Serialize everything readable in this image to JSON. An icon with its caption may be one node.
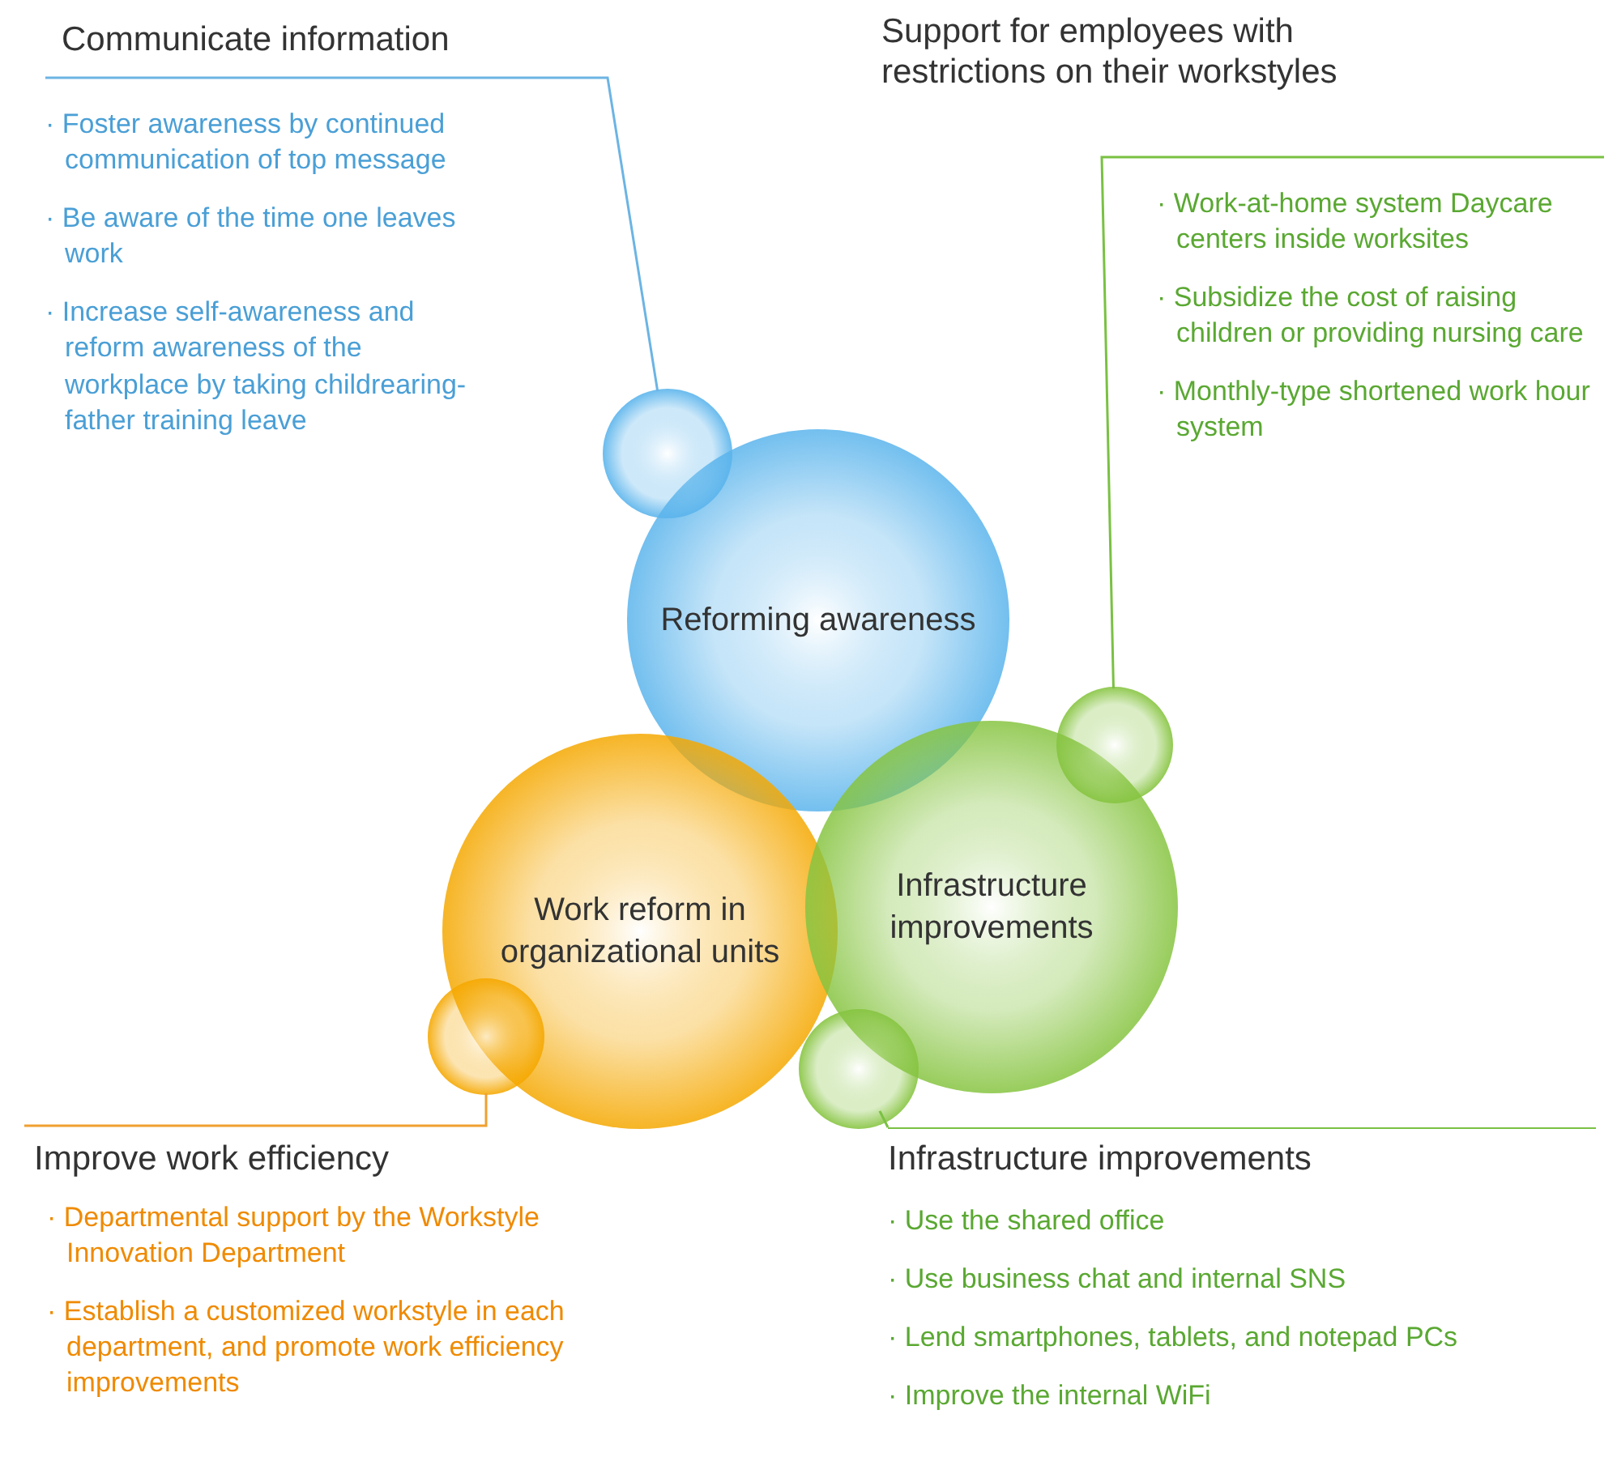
{
  "diagram": {
    "nodes": [
      {
        "text": [
          "Communicate information",
          "· Foster awareness by continued communication of top message",
          "· Be aware of the time one leaves work",
          "· Increase self-awareness and reform awareness of the workplace by taking childrearing-father training leave"
        ]
      },
      {
        "text": [
          "Support for employees with restrictions on their workstyles",
          "· Work-at-home system Daycare centers inside worksites",
          "· Subsidize the cost of raising children or providing nursing care",
          "· Monthly-type shortened work hour system"
        ]
      },
      {
        "text": [
          "Reforming awareness"
        ]
      },
      {
        "text": [
          "Work reform in organizational units"
        ]
      },
      {
        "text": [
          "Infrastructure improvements"
        ]
      },
      {
        "text": [
          "Improve work efficiency",
          "· Departmental support by the Workstyle Innovation Department",
          "· Establish a customized workstyle in each department, and promote work efficiency improvements"
        ]
      },
      {
        "text": [
          "Infrastructure improvements",
          "· Use the shared office",
          "· Use business chat and internal SNS",
          "· Lend smartphones, tablets, and notepad PCs",
          "· Improve the internal WiFi"
        ]
      },
      {
        "text": [],
        "shape": "circle"
      },
      {
        "text": [],
        "shape": "circle"
      },
      {
        "text": [],
        "shape": "circle"
      },
      {
        "text": [],
        "shape": "circle"
      }
    ],
    "edges": [
      {
        "from": 0,
        "to": 7,
        "arrow": "none",
        "color": "#6cb4e4"
      },
      {
        "from": 1,
        "to": 8,
        "arrow": "none",
        "color": "#7ac143"
      },
      {
        "from": 5,
        "to": 9,
        "arrow": "none",
        "color": "#f0a030"
      },
      {
        "from": 6,
        "to": 10,
        "arrow": "none",
        "color": "#7ac143"
      }
    ]
  }
}
